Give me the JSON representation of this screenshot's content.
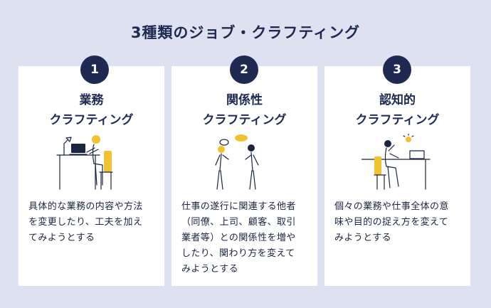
{
  "title": "3種類のジョブ・クラフティング",
  "cards": [
    {
      "number": "1",
      "heading_line1": "業務",
      "heading_line2": "クラフティング",
      "description_lines": [
        "具体的な業務の内容や方法",
        "を変更したり、工夫を加え",
        "てみようとする"
      ],
      "illustration": "person-working-at-desk-icon"
    },
    {
      "number": "2",
      "heading_line1": "関係性",
      "heading_line2": "クラフティング",
      "description_lines": [
        "仕事の遂行に関連する他者",
        "（同僚、上司、顧客、取引",
        "業者等）との関係性を増や",
        "したり、関わり方を変えて",
        "みようとする"
      ],
      "illustration": "two-people-talking-icon"
    },
    {
      "number": "3",
      "heading_line1": "認知的",
      "heading_line2": "クラフティング",
      "description_lines": [
        "個々の業務や仕事全体の意",
        "味や目的の捉え方を変えて",
        "みようとする"
      ],
      "illustration": "person-with-idea-icon"
    }
  ],
  "colors": {
    "background": "#dde1f1",
    "navy": "#1e2a52",
    "accent_yellow": "#f2c12e",
    "card": "#ffffff"
  }
}
